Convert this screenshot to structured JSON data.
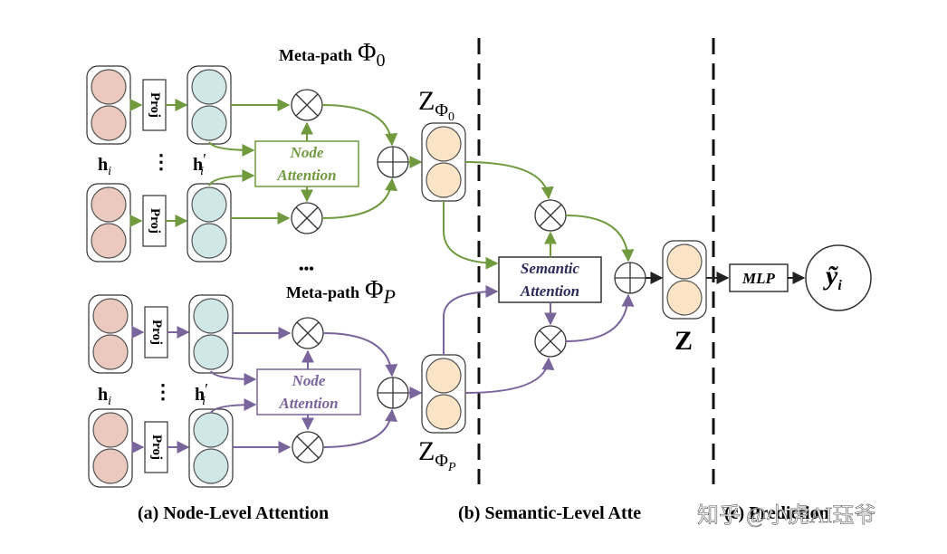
{
  "top_group": {
    "meta_path_prefix": "Meta-path",
    "meta_path_symbol": "Φ",
    "meta_path_sub": "0",
    "node_attention_line1": "Node",
    "node_attention_line2": "Attention",
    "z_symbol": "Z",
    "z_sub_symbol": "Φ",
    "z_sub_sub": "0"
  },
  "bottom_group": {
    "meta_path_prefix": "Meta-path",
    "meta_path_symbol": "Φ",
    "meta_path_sub": "P",
    "node_attention_line1": "Node",
    "node_attention_line2": "Attention",
    "z_symbol": "Z",
    "z_sub_symbol": "Φ",
    "z_sub_sub": "P"
  },
  "proj_label": "Proj",
  "h_label": "h",
  "h_sub": "i",
  "h_prime_label": "h",
  "h_prime_mark": "′",
  "h_prime_sub": "i",
  "vertical_dots": "⋮",
  "middle_dots": "•••",
  "semantic_attention_line1": "Semantic",
  "semantic_attention_line2": "Attention",
  "z_final": "Z",
  "mlp_label": "MLP",
  "output_label": "ỹ",
  "output_sub": "i",
  "captions": {
    "a": "(a) Node-Level Attention",
    "b": "(b) Semantic-Level Atte",
    "c": "(c) Prediction"
  },
  "watermark_text": "知乎 @小虎AI珏爷",
  "colors": {
    "green": "#6f9a3e",
    "purple": "#7a649c",
    "pink": "#ecc9bf",
    "blue": "#cfe7e6",
    "peach": "#fbe3c6"
  }
}
